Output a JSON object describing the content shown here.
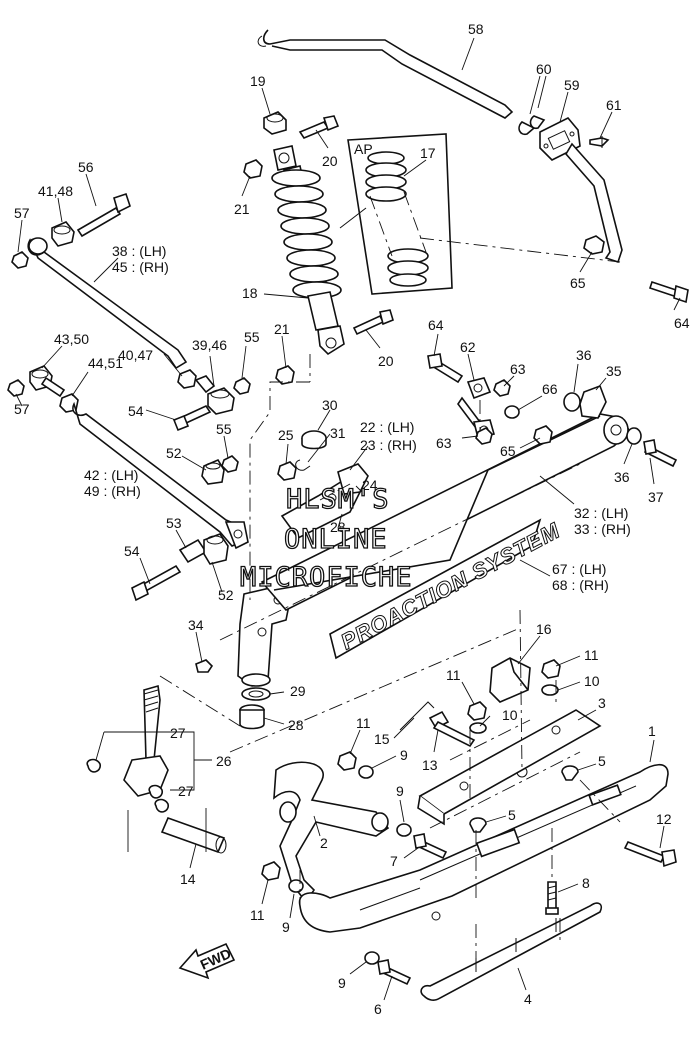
{
  "watermark": {
    "line1": "HLSM'S",
    "line2": "ONLINE",
    "line3": "MICROFICHE"
  },
  "detail_view": {
    "title": "AP",
    "label": "17"
  },
  "decal_text": "PROACTION SYSTEM",
  "fwd_arrow": "FWD",
  "callouts": [
    "58",
    "60",
    "59",
    "61",
    "19",
    "20",
    "17",
    "21",
    "56",
    "41,48",
    "57",
    "38 : (LH)",
    "45 : (RH)",
    "18",
    "65",
    "64",
    "21",
    "20",
    "64",
    "62",
    "63",
    "66",
    "36",
    "35",
    "43,50",
    "44,51",
    "39,46",
    "55",
    "40,47",
    "57",
    "54",
    "55",
    "30",
    "31",
    "22 : (LH)",
    "23 : (RH)",
    "25",
    "24",
    "52",
    "42 : (LH)",
    "49 : (RH)",
    "28",
    "63",
    "65",
    "36",
    "37",
    "32 : (LH)",
    "33 : (RH)",
    "53",
    "54",
    "52",
    "67 : (LH)",
    "68 : (RH)",
    "34",
    "16",
    "11",
    "10",
    "29",
    "11",
    "3",
    "28",
    "11",
    "15",
    "10",
    "13",
    "27",
    "9",
    "26",
    "1",
    "27",
    "5",
    "9",
    "2",
    "5",
    "12",
    "7",
    "14",
    "8",
    "11",
    "9",
    "9",
    "4",
    "6"
  ]
}
